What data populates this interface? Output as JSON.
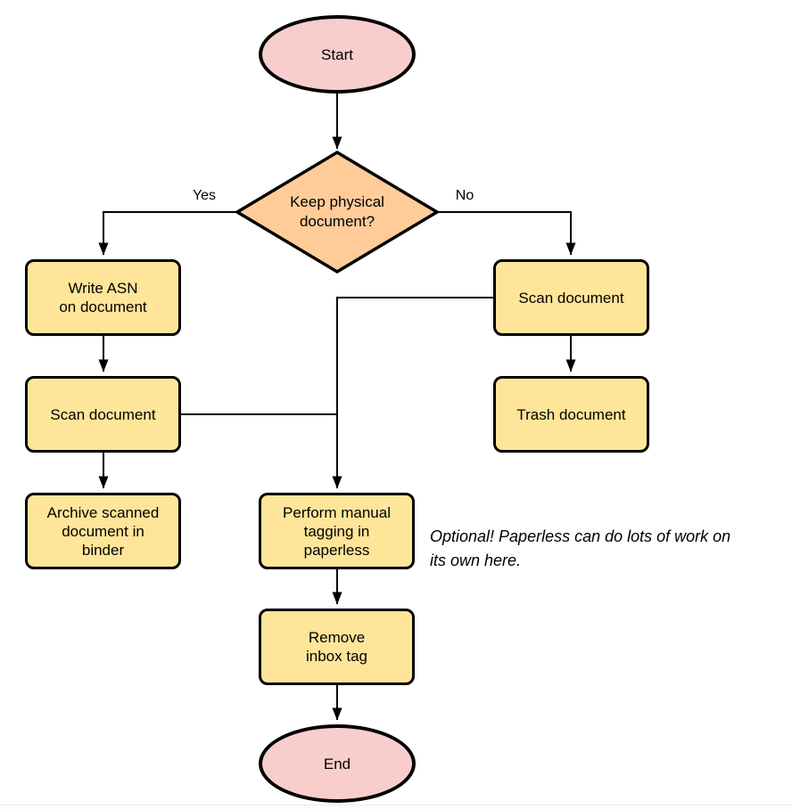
{
  "colors": {
    "terminal_fill": "#f8cecc",
    "process_fill": "#ffe599",
    "decision_fill": "#ffcc99",
    "stroke": "#000000"
  },
  "nodes": {
    "start": {
      "label": "Start"
    },
    "decision": {
      "label": [
        "Keep physical",
        "document?"
      ]
    },
    "write_asn": {
      "label": [
        "Write ASN",
        "on document"
      ]
    },
    "scan_left": {
      "label": "Scan document"
    },
    "archive": {
      "label": [
        "Archive scanned",
        "document in",
        "binder"
      ]
    },
    "scan_right": {
      "label": "Scan document"
    },
    "trash": {
      "label": "Trash document"
    },
    "tagging": {
      "label": [
        "Perform manual",
        "tagging in",
        "paperless"
      ]
    },
    "remove_inbox": {
      "label": [
        "Remove",
        "inbox tag"
      ]
    },
    "end": {
      "label": "End"
    }
  },
  "edge_labels": {
    "yes": "Yes",
    "no": "No"
  },
  "annotation": {
    "text": [
      "Optional! Paperless can do lots of work on",
      "its own here."
    ]
  }
}
